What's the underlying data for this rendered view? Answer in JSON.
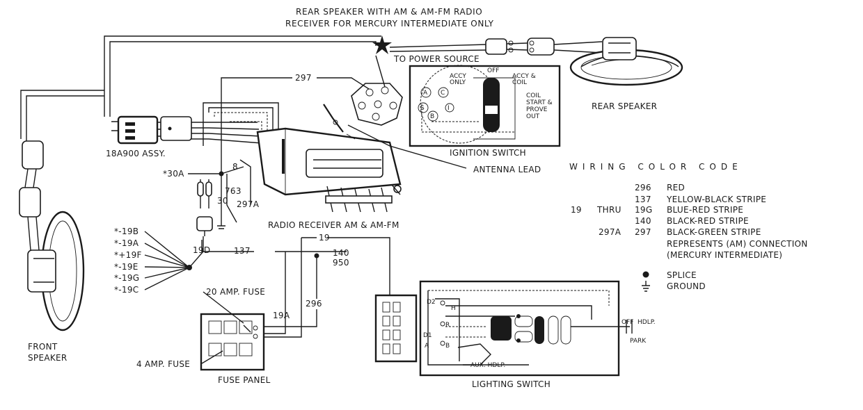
{
  "title_lines": [
    "REAR SPEAKER WITH AM & AM-FM RADIO",
    "RECEIVER FOR MERCURY INTERMEDIATE ONLY"
  ],
  "labels": {
    "to_power_source": "TO POWER SOURCE",
    "rear_speaker": "REAR SPEAKER",
    "ignition_switch": "IGNITION SWITCH",
    "antenna_lead": "ANTENNA LEAD",
    "assy": "18A900 ASSY.",
    "radio_receiver": "RADIO RECEIVER AM & AM-FM",
    "front_speaker_1": "FRONT",
    "front_speaker_2": "SPEAKER",
    "fuse_20": "20 AMP. FUSE",
    "fuse_4": "4 AMP. FUSE",
    "fuse_panel": "FUSE PANEL",
    "lighting_switch": "LIGHTING SWITCH"
  },
  "wire_labels": {
    "w297": "297",
    "w30a": "*30A",
    "w8": "8",
    "w763": "763",
    "w30": "30",
    "w297a": "297A",
    "w19d": "19D",
    "w137": "137",
    "w19": "19",
    "w140": "140",
    "w950": "950",
    "w19a": "19A",
    "w296": "296"
  },
  "front_circuits": [
    "*-19B",
    "*-19A",
    "*+19F",
    "*-19E",
    "*-19G",
    "*-19C"
  ],
  "ignition": {
    "off": "OFF",
    "accy_only_1": "ACCY",
    "accy_only_2": "ONLY",
    "accy_coil_1": "ACCY &",
    "accy_coil_2": "COIL",
    "coil_1": "COIL",
    "coil_2": "START &",
    "coil_3": "PROVE",
    "coil_4": "OUT",
    "t_a": "A",
    "t_b": "B",
    "t_c": "C",
    "t_s": "S",
    "t_i": "I"
  },
  "lighting": {
    "off": "OFF",
    "hdlp": "HDLP.",
    "park": "PARK",
    "aux_hdlp": "AUX. HDLP.",
    "d2": "D2",
    "d1": "D1",
    "a": "A",
    "r": "R",
    "b": "B",
    "h": "H"
  },
  "color_code": {
    "title": "WIRING COLOR CODE",
    "rows": [
      {
        "from": "",
        "thru": "",
        "to": "296",
        "color": "RED"
      },
      {
        "from": "",
        "thru": "",
        "to": "137",
        "color": "YELLOW-BLACK STRIPE"
      },
      {
        "from": "19",
        "thru": "THRU",
        "to": "19G",
        "color": "BLUE-RED STRIPE"
      },
      {
        "from": "",
        "thru": "",
        "to": "140",
        "color": "BLACK-RED STRIPE"
      },
      {
        "from": "",
        "thru": "297A",
        "to": "297",
        "color": "BLACK-GREEN STRIPE"
      }
    ],
    "note_1": "REPRESENTS (AM) CONNECTION",
    "note_2": "(MERCURY INTERMEDIATE)",
    "splice": "SPLICE",
    "ground": "GROUND"
  }
}
